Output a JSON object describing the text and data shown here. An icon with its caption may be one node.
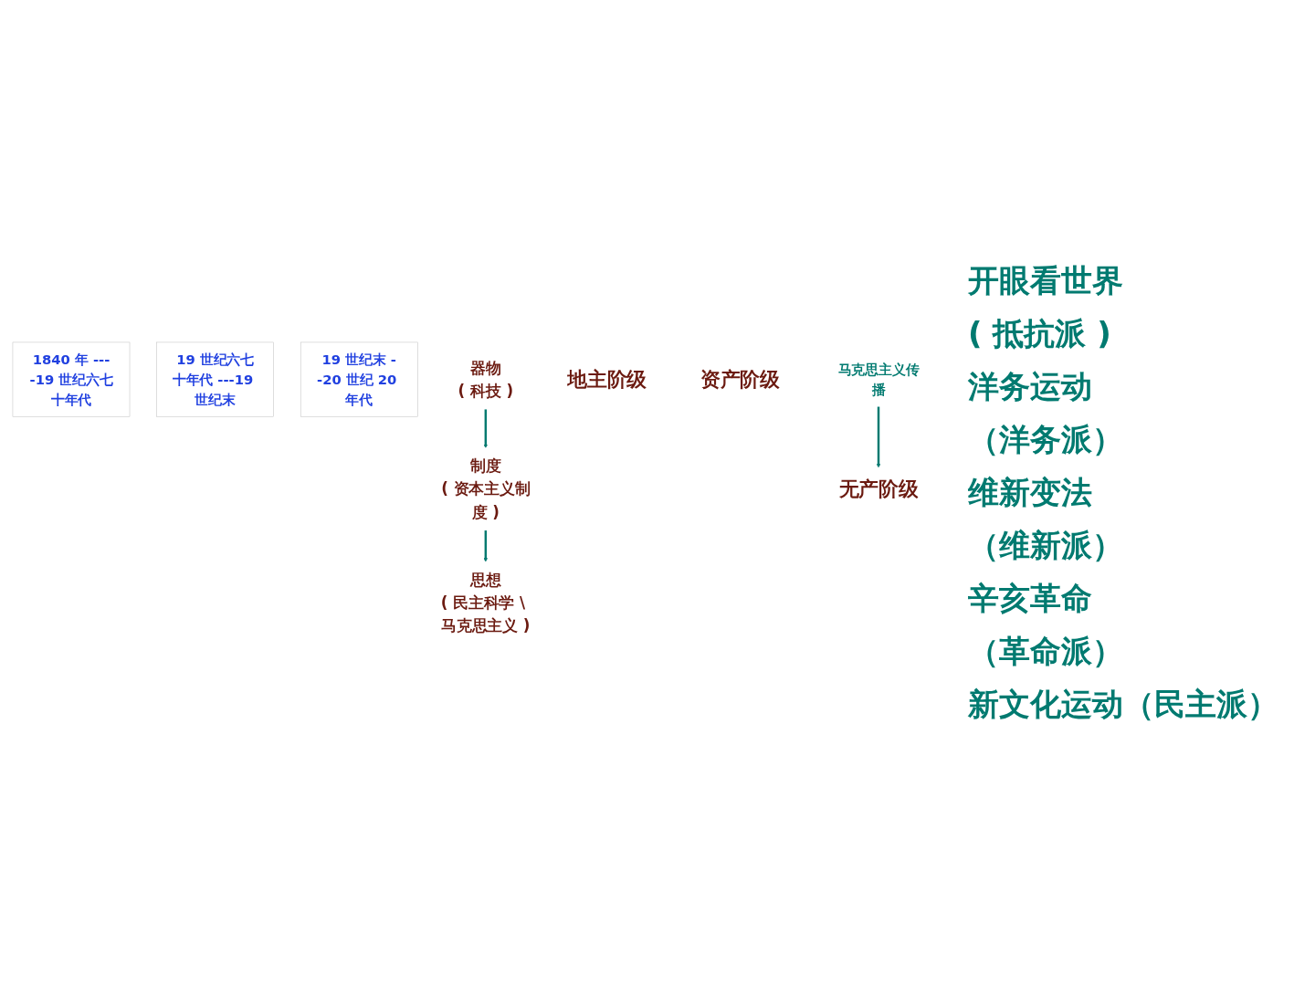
{
  "diagram": {
    "nodes": [
      {
        "text": [
          "1840 年 ----19 世纪六七十年代"
        ]
      },
      {
        "text": [
          "19 世纪六七十年代 ---19 世纪末"
        ]
      },
      {
        "text": [
          "19 世纪末 --20 世纪 20 年代"
        ]
      },
      {
        "text": [
          "器物",
          "( 科技 )"
        ]
      },
      {
        "text": [
          "制度",
          "( 资本主义制度 )"
        ]
      },
      {
        "text": [
          "思想",
          "( 民主科学 \\ 马克思主义 )"
        ]
      },
      {
        "text": [
          "地主阶级"
        ]
      },
      {
        "text": [
          "资产阶级"
        ]
      },
      {
        "text": [
          "马克思主义传播"
        ]
      },
      {
        "text": [
          "无产阶级"
        ]
      }
    ],
    "edges": [
      {
        "from": 3,
        "to": 4,
        "arrow": "to"
      },
      {
        "from": 4,
        "to": 5,
        "arrow": "to"
      },
      {
        "from": 8,
        "to": 9,
        "arrow": "to"
      }
    ],
    "labels": [
      "开眼看世界",
      "( 抵抗派 )",
      "洋务运动",
      "（洋务派）",
      "维新变法",
      "（维新派）",
      "辛亥革命",
      "（革命派）",
      "新文化运动（民主派）"
    ]
  }
}
